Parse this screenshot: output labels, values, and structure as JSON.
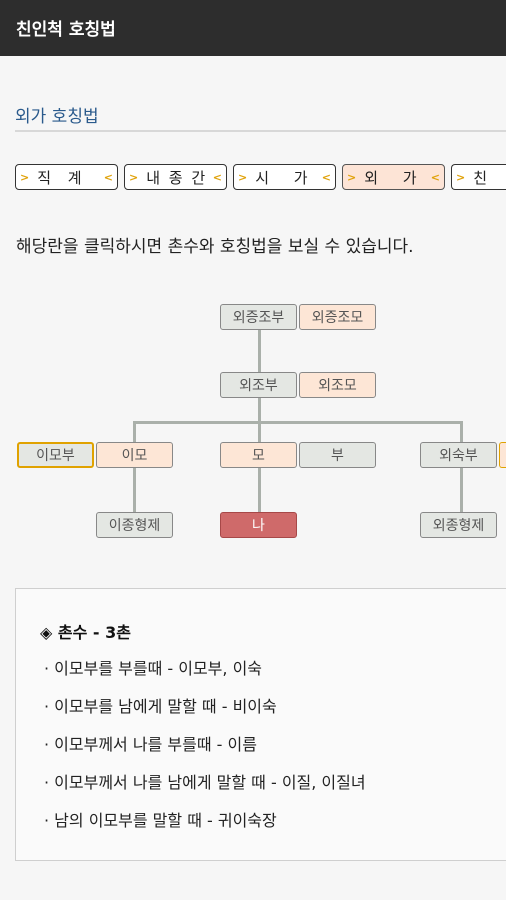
{
  "app": {
    "title": "친인척 호칭법"
  },
  "section": {
    "title": "외가 호칭법"
  },
  "tabs": [
    {
      "label": "직 계"
    },
    {
      "label": "내 종 간"
    },
    {
      "label": "시 가"
    },
    {
      "label": "외 가",
      "active": true
    },
    {
      "label": "친"
    }
  ],
  "instruction": "해당란을 클릭하시면 촌수와 호칭법을 보실 수 있습니다.",
  "tree": {
    "great_grandfather": "외증조부",
    "great_grandmother": "외증조모",
    "grandfather": "외조부",
    "grandmother": "외조모",
    "aunt_husband": "이모부",
    "aunt": "이모",
    "mother": "모",
    "father": "부",
    "uncle": "외숙부",
    "cousin_aunt_side": "이종형제",
    "me": "나",
    "cousin_uncle_side": "외종형제"
  },
  "info": {
    "heading": "◈ 촌수 - 3촌",
    "items": [
      "· 이모부를 부를때 - 이모부, 이숙",
      "· 이모부를 남에게 말할 때 - 비이숙",
      "· 이모부께서 나를 부를때 - 이름",
      "· 이모부께서 나를 남에게 말할 때 - 이질, 이질녀",
      "· 남의 이모부를 말할 때 - 귀이숙장"
    ]
  },
  "colors": {
    "appbar": "#2d2d2d",
    "section_title": "#2a5a8c",
    "active_tab": "#fde4d6",
    "selected_node": "#cf6a6a",
    "highlight": "#e0a200"
  }
}
